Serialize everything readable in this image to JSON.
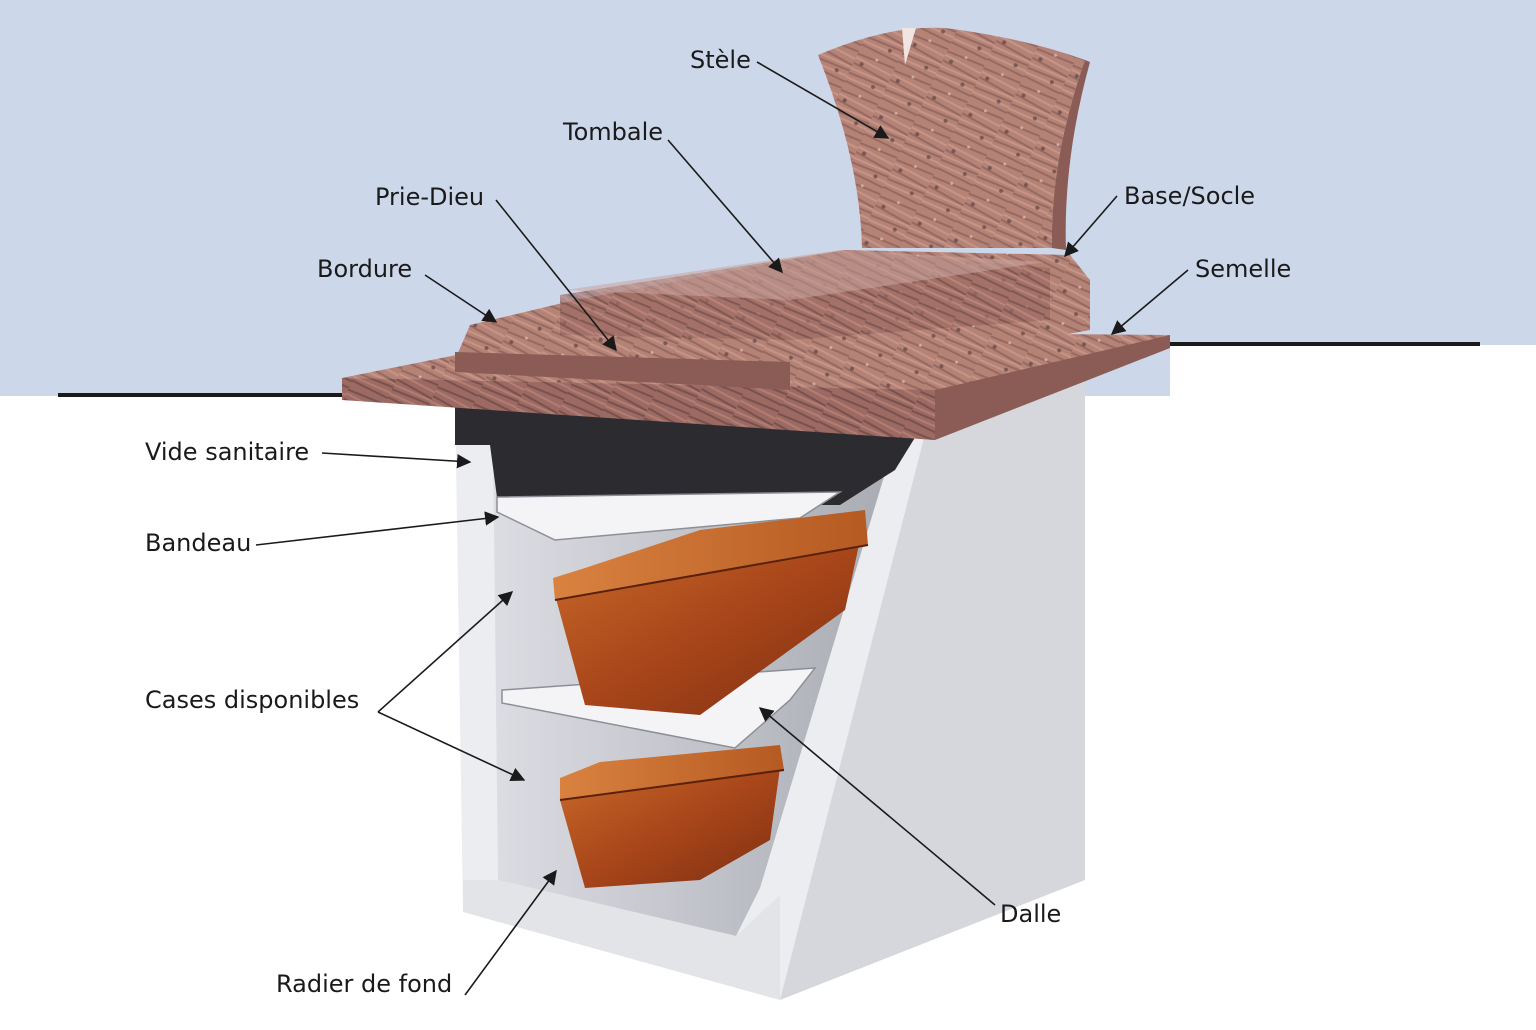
{
  "colors": {
    "sky": "#cdd7ea",
    "ground_line": "#1a1a1a",
    "granite": "#b58276",
    "concrete": "#e9e9ec",
    "coffin": "#b0521c"
  },
  "labels": {
    "stele": "Stèle",
    "tombale": "Tombale",
    "prie_dieu": "Prie-Dieu",
    "bordure": "Bordure",
    "base_socle": "Base/Socle",
    "semelle": "Semelle",
    "vide_sanitaire": "Vide sanitaire",
    "bandeau": "Bandeau",
    "cases_disponibles": "Cases disponibles",
    "dalle": "Dalle",
    "radier_de_fond": "Radier de fond"
  }
}
